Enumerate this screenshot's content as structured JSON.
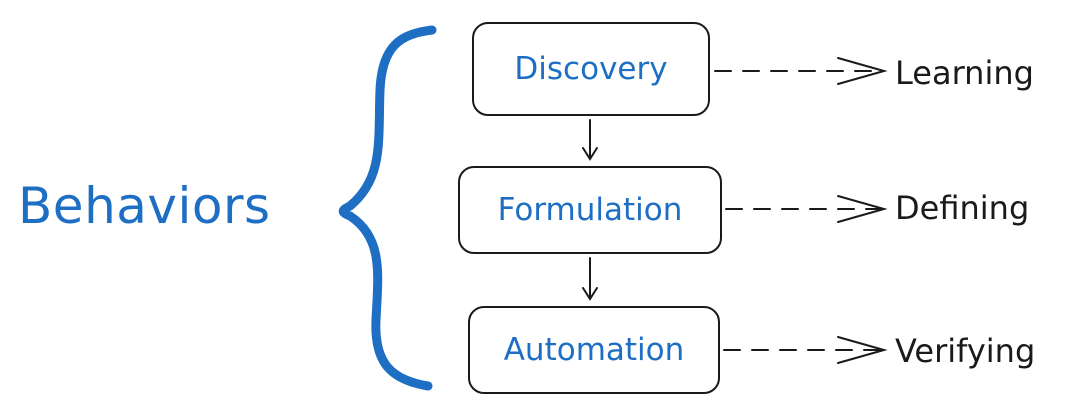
{
  "colors": {
    "accent": "#1e6fc4",
    "ink": "#1a1a1a"
  },
  "group_label": "Behaviors",
  "stages": [
    {
      "label": "Discovery",
      "outcome": "Learning"
    },
    {
      "label": "Formulation",
      "outcome": "Defining"
    },
    {
      "label": "Automation",
      "outcome": "Verifying"
    }
  ]
}
